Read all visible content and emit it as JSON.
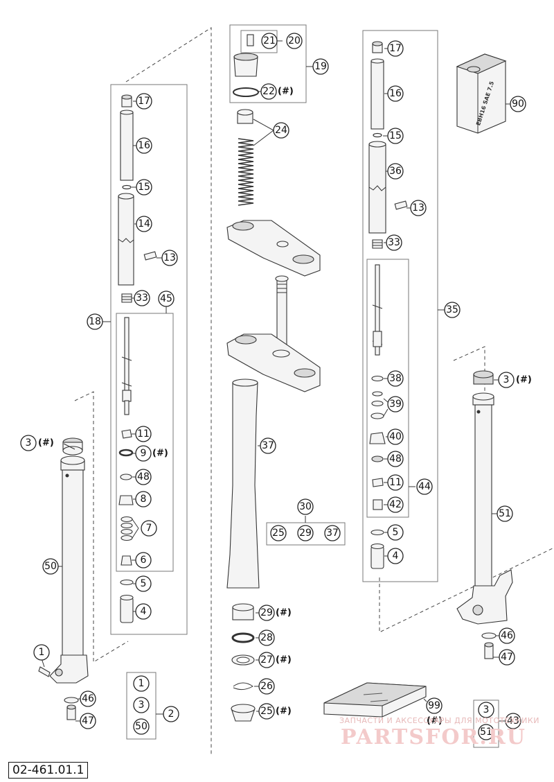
{
  "figure_id": "02-461.01.1",
  "watermark": {
    "tagline": "ЗАПЧАСТИ И АКСЕССУАРЫ ДЛЯ МОТОТЕХНИКИ",
    "brand": "PARTSFOR.RU"
  },
  "oil_can_label": "EBH16 SAE 7.5",
  "hash_mark": "(#)",
  "callouts": {
    "c1": "1",
    "c2": "2",
    "c3": "3",
    "c4": "4",
    "c5": "5",
    "c6": "6",
    "c7": "7",
    "c8": "8",
    "c9": "9",
    "c11": "11",
    "c13": "13",
    "c14": "14",
    "c15": "15",
    "c16": "16",
    "c17": "17",
    "c18": "18",
    "c19": "19",
    "c20": "20",
    "c21": "21",
    "c22": "22",
    "c24": "24",
    "c25": "25",
    "c26": "26",
    "c27": "27",
    "c28": "28",
    "c29": "29",
    "c30": "30",
    "c33": "33",
    "c35": "35",
    "c36": "36",
    "c37": "37",
    "c38": "38",
    "c39": "39",
    "c40": "40",
    "c42": "42",
    "c43": "43",
    "c44": "44",
    "c45": "45",
    "c46": "46",
    "c47": "47",
    "c48": "48",
    "c50": "50",
    "c51": "51",
    "c90": "90",
    "c99": "99"
  },
  "kit_30_members": [
    "25",
    "29",
    "37"
  ],
  "kit_2_members": [
    "1",
    "3",
    "50"
  ],
  "kit_43_members": [
    "3",
    "51"
  ]
}
